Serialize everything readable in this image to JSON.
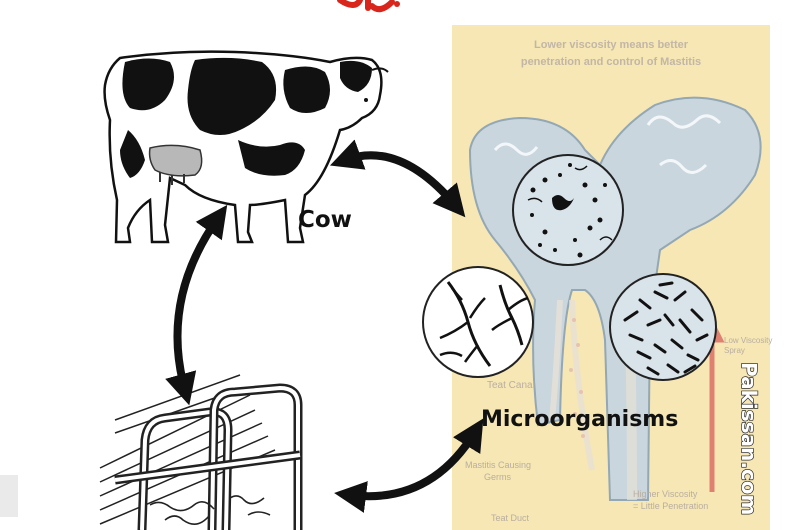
{
  "diagram": {
    "nodes": {
      "cow": {
        "label": "Cow"
      },
      "microorganisms": {
        "label": "Microorganisms"
      },
      "environment": {
        "label": ""
      }
    },
    "edges": [
      {
        "from": "cow",
        "to": "microorganisms",
        "bidirectional": true
      },
      {
        "from": "cow",
        "to": "environment",
        "bidirectional": true
      },
      {
        "from": "environment",
        "to": "microorganisms",
        "bidirectional": true
      }
    ],
    "inset": {
      "header_line1": "Lower viscosity means better",
      "header_line2": "penetration and control of Mastitis",
      "labels": {
        "teat_canal": "Teat Canal",
        "mastitis_germs_1": "Mastitis Causing",
        "mastitis_germs_2": "Germs",
        "teat_duct": "Teat Duct",
        "higher_viscosity_1": "Higher Viscosity",
        "higher_viscosity_2": "= Little Penetration",
        "low_viscosity_1": "Low Viscosity",
        "low_viscosity_2": "Spray"
      }
    },
    "watermark": "Pakissan.com",
    "colors": {
      "inset_background": "#f6e7b4",
      "udder_fill": "#c9d6de",
      "arrow": "#111111",
      "red_arrow": "#e08070",
      "logo_red": "#d9261c"
    }
  }
}
